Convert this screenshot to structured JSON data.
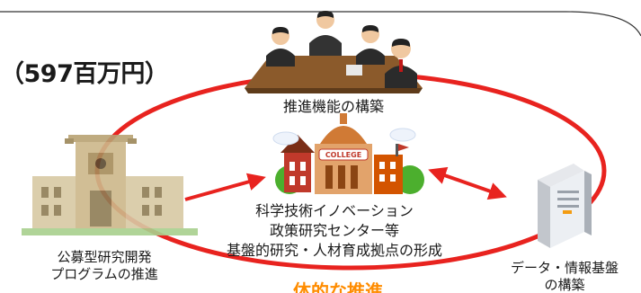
{
  "budget": "（597百万円）",
  "nodes": {
    "top": "推進機能の構築",
    "center": [
      "科学技術イノベーション",
      "政策研究センター等",
      "基盤的研究・人材育成拠点の形成"
    ],
    "left": [
      "公募型研究開発",
      "プログラムの推進"
    ],
    "right": [
      "データ・情報基盤",
      "の構築"
    ]
  },
  "bottom_partial": "体的な推進",
  "college_sign": "COLLEGE",
  "colors": {
    "ellipse": "#e8231f",
    "arrow": "#e8231f",
    "highlight": "#ff8c00",
    "frame": "#333333"
  },
  "icons": [
    "meeting-people-icon",
    "college-campus-icon",
    "university-tower-icon",
    "server-computer-icon"
  ]
}
